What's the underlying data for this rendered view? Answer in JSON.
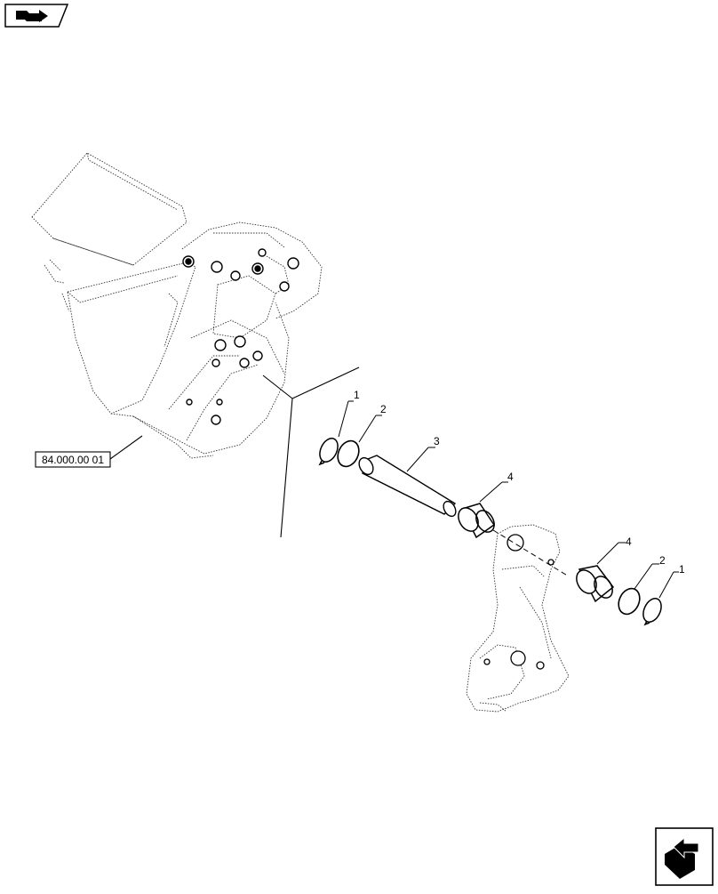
{
  "reference_label": "84.000.00 01",
  "callouts": {
    "c1_left": "1",
    "c2_left": "2",
    "c3": "3",
    "c4_upper": "4",
    "c4_right": "4",
    "c2_right": "2",
    "c1_right": "1"
  },
  "icons": {
    "top_left": "previous-page-icon",
    "bottom_right": "next-page-icon"
  }
}
